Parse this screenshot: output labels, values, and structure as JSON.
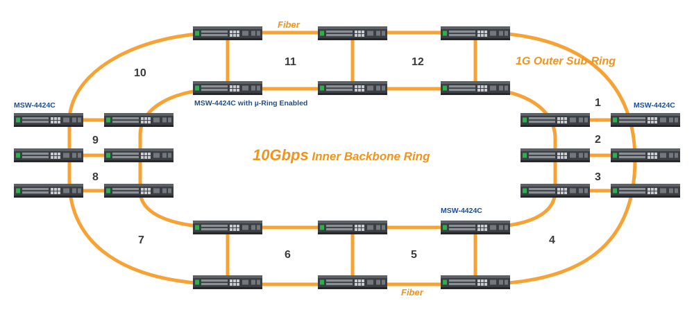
{
  "colors": {
    "fiber": "#f7a234",
    "label_orange": "#f0941c",
    "device_label_blue": "#1f4e8f",
    "number_gray": "#3a3a3a",
    "switch_body": "#3b3e42"
  },
  "titles": {
    "outer_ring": "1G Outer Sub-Ring",
    "inner_ring_speed": "10Gbps",
    "inner_ring_rest": " Inner Backbone Ring"
  },
  "fiber_labels": {
    "top": "Fiber",
    "bottom": "Fiber"
  },
  "device_labels": {
    "left": "MSW-4424C",
    "right": "MSW-4424C",
    "top_inner": "MSW-4424C with µ-Ring Enabled",
    "bottom_inner": "MSW-4424C"
  },
  "sub_ring_numbers": [
    "1",
    "2",
    "3",
    "4",
    "5",
    "6",
    "7",
    "8",
    "9",
    "10",
    "11",
    "12"
  ],
  "switch_icon": "managed-switch-icon"
}
